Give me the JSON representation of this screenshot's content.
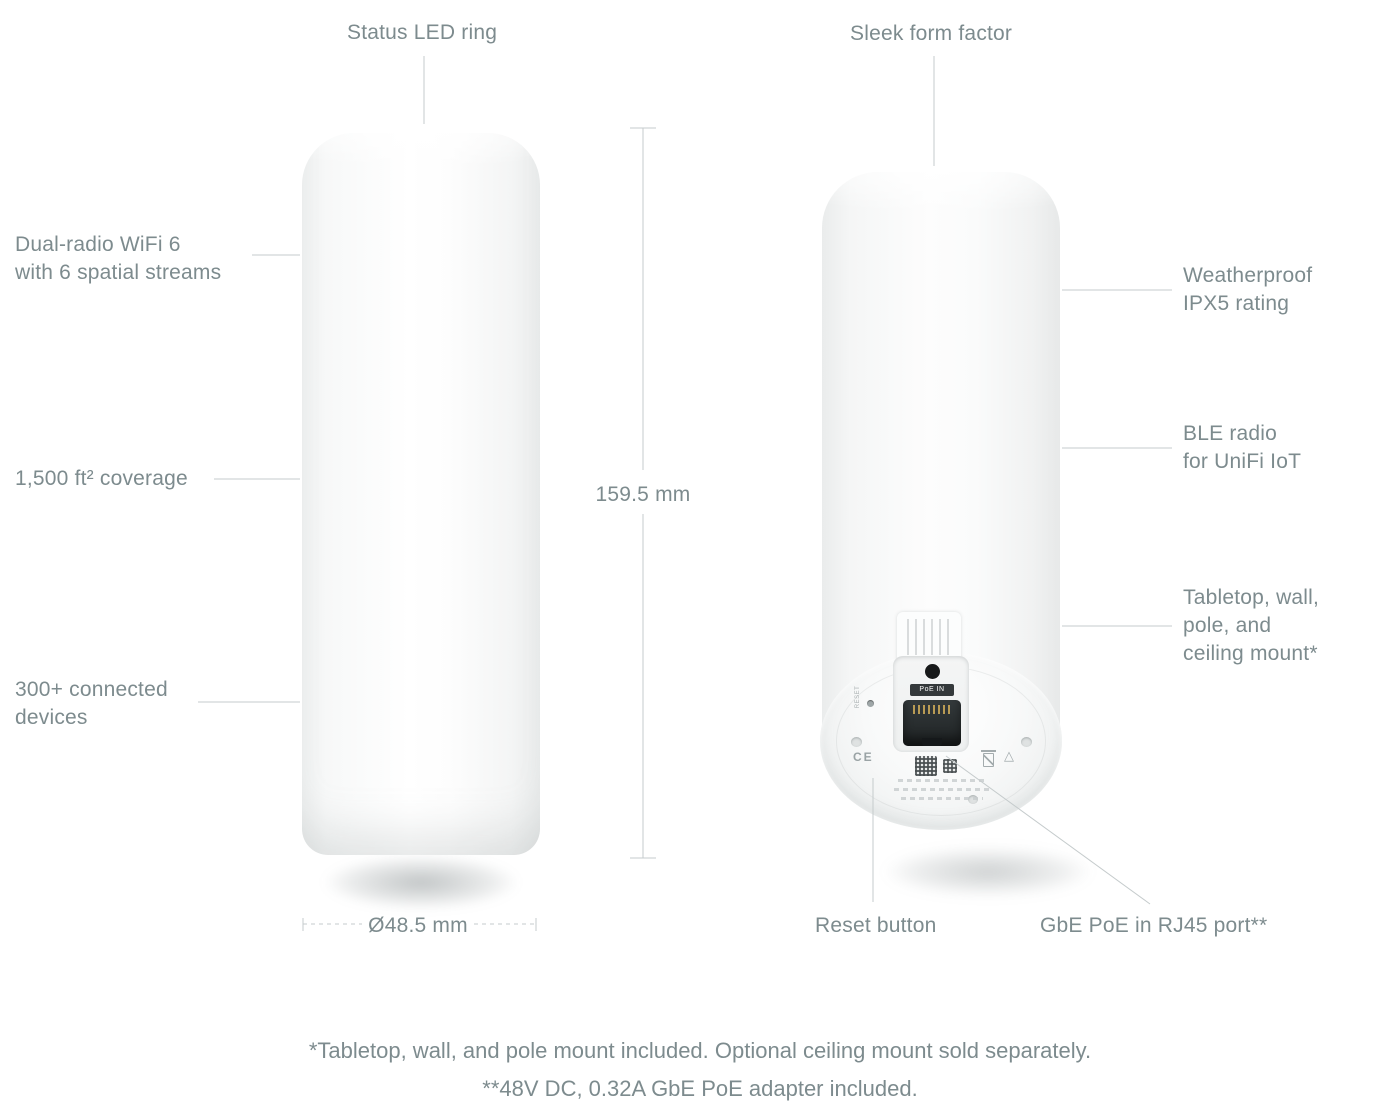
{
  "colors": {
    "background": "#ffffff",
    "text": "#7d8b8e",
    "callout_line": "#c5cbcc"
  },
  "callouts": {
    "status_led": "Status LED ring",
    "sleek_form": "Sleek form factor",
    "dual_radio": [
      "Dual-radio WiFi 6",
      "with 6 spatial streams"
    ],
    "coverage": "1,500 ft² coverage",
    "connected_devices": [
      "300+ connected",
      "devices"
    ],
    "weatherproof": [
      "Weatherproof",
      "IPX5 rating"
    ],
    "ble_radio": [
      "BLE radio",
      "for UniFi IoT"
    ],
    "mounting": [
      "Tabletop, wall,",
      "pole, and",
      "ceiling mount*"
    ],
    "reset_button": "Reset button",
    "poe_port": "GbE PoE in RJ45 port**"
  },
  "dimensions": {
    "height": "159.5 mm",
    "diameter": "Ø48.5 mm"
  },
  "device_markings": {
    "poe_in": "PoE IN",
    "reset": "RESET",
    "ce_mark": "CE",
    "recycle_triangle": "△"
  },
  "footnotes": [
    "*Tabletop, wall, and pole mount included. Optional ceiling mount sold separately.",
    "**48V DC, 0.32A GbE PoE adapter included."
  ]
}
